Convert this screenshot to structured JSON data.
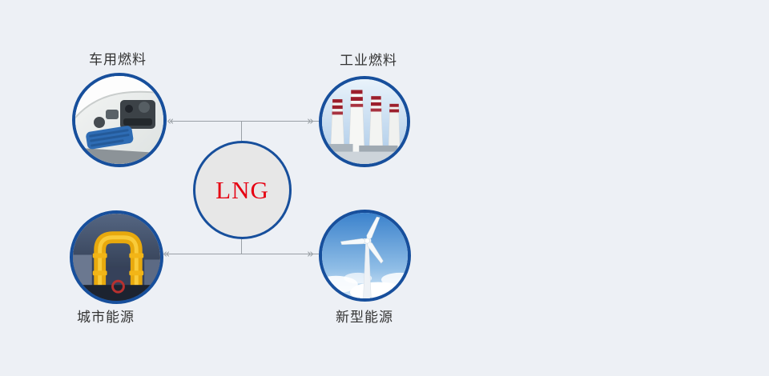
{
  "theme": {
    "background": "#edf0f5",
    "ring_color": "#174f9c",
    "connector_color": "#9aa0a6",
    "label_color": "#333333",
    "lng_text_color": "#e60012",
    "lng_circle_fill": "#e7e7e7"
  },
  "center_node": {
    "label": "LNG"
  },
  "nodes": [
    {
      "label": "车用燃料",
      "icon": "car-engine-image",
      "label_position": "top"
    },
    {
      "label": "工业燃料",
      "icon": "industrial-chimneys-image",
      "label_position": "top"
    },
    {
      "label": "城市能源",
      "icon": "gas-pipeline-image",
      "label_position": "bottom"
    },
    {
      "label": "新型能源",
      "icon": "wind-turbine-image",
      "label_position": "bottom"
    }
  ],
  "connectors": {
    "arrow_left_glyph": "«",
    "arrow_right_glyph": "»"
  }
}
